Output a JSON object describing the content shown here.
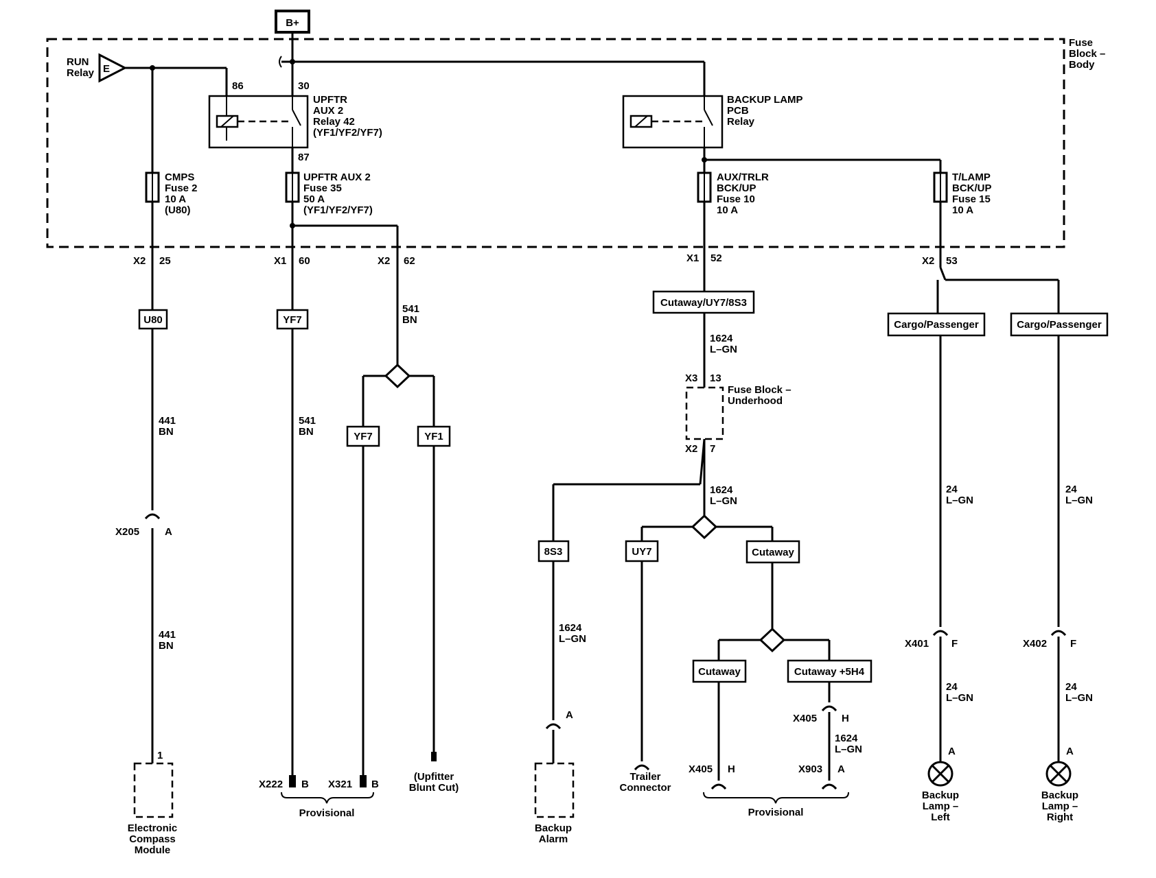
{
  "power": {
    "label": "B+"
  },
  "fuse_block_body": {
    "label": [
      "Fuse",
      "Block –",
      "Body"
    ]
  },
  "run_relay": {
    "label": [
      "RUN",
      "Relay"
    ],
    "pin": "E"
  },
  "upftr_relay": {
    "label": [
      "UPFTR",
      "AUX 2",
      "Relay 42",
      "(YF1/YF2/YF7)"
    ],
    "pins": {
      "coil": "86",
      "common": "30",
      "no": "87"
    }
  },
  "backup_relay": {
    "label": [
      "BACKUP LAMP",
      "PCB",
      "Relay"
    ]
  },
  "fuses": {
    "cmps": [
      "CMPS",
      "Fuse 2",
      "10 A",
      "(U80)"
    ],
    "upftr": [
      "UPFTR AUX 2",
      "Fuse 35",
      "50 A",
      "(YF1/YF2/YF7)"
    ],
    "aux_trlr": [
      "AUX/TRLR",
      "BCK/UP",
      "Fuse 10",
      "10 A"
    ],
    "t_lamp": [
      "T/LAMP",
      "BCK/UP",
      "Fuse 15",
      "10 A"
    ]
  },
  "connectors": {
    "c1": {
      "conn": "X2",
      "pin": "25"
    },
    "c2": {
      "conn": "X1",
      "pin": "60"
    },
    "c3": {
      "conn": "X2",
      "pin": "62"
    },
    "c4": {
      "conn": "X1",
      "pin": "52"
    },
    "c5": {
      "conn": "X2",
      "pin": "53"
    },
    "x205": {
      "conn": "X205",
      "pin": "A"
    },
    "uh_top": {
      "conn": "X3",
      "pin": "13"
    },
    "uh_bot": {
      "conn": "X2",
      "pin": "7"
    },
    "alarm_pin": "A",
    "x401": {
      "conn": "X401",
      "pin": "F"
    },
    "x402": {
      "conn": "X402",
      "pin": "F"
    },
    "x405_top": {
      "conn": "X405",
      "pin": "H"
    },
    "x405_bot": {
      "conn": "X405",
      "pin": "H"
    },
    "x903": {
      "conn": "X903",
      "pin": "A"
    },
    "x222": {
      "conn": "X222",
      "pin": "B"
    },
    "x321": {
      "conn": "X321",
      "pin": "B"
    },
    "lamp_left_pin": "A",
    "lamp_right_pin": "A",
    "ecm_pin": "1"
  },
  "options": {
    "u80": "U80",
    "yf7_a": "YF7",
    "yf7_b": "YF7",
    "yf1": "YF1",
    "cutaway_uy7": "Cutaway/UY7/8S3",
    "cargo1": "Cargo/Passenger",
    "cargo2": "Cargo/Passenger",
    "s8s3": "8S3",
    "uy7": "UY7",
    "cutaway": "Cutaway",
    "cutaway2": "Cutaway",
    "cutaway5h4": "Cutaway +5H4"
  },
  "wires": {
    "w541a": [
      "541",
      "BN"
    ],
    "w441a": [
      "441",
      "BN"
    ],
    "w441b": [
      "441",
      "BN"
    ],
    "w541b": [
      "541",
      "BN"
    ],
    "w1624a": [
      "1624",
      "L–GN"
    ],
    "w1624b": [
      "1624",
      "L–GN"
    ],
    "w1624c": [
      "1624",
      "L–GN"
    ],
    "w1624d": [
      "1624",
      "L–GN"
    ],
    "w24a": [
      "24",
      "L–GN"
    ],
    "w24b": [
      "24",
      "L–GN"
    ],
    "w24c": [
      "24",
      "L–GN"
    ],
    "w24d": [
      "24",
      "L–GN"
    ]
  },
  "fuse_block_underhood": [
    "Fuse Block –",
    "Underhood"
  ],
  "components": {
    "ecm": [
      "Electronic",
      "Compass",
      "Module"
    ],
    "upfitter": [
      "(Upfitter",
      "Blunt Cut)"
    ],
    "alarm": [
      "Backup",
      "Alarm"
    ],
    "trailer": [
      "Trailer",
      "Connector"
    ],
    "lamp_left": [
      "Backup",
      "Lamp –",
      "Left"
    ],
    "lamp_right": [
      "Backup",
      "Lamp –",
      "Right"
    ]
  },
  "provisional_1": "Provisional",
  "provisional_2": "Provisional"
}
